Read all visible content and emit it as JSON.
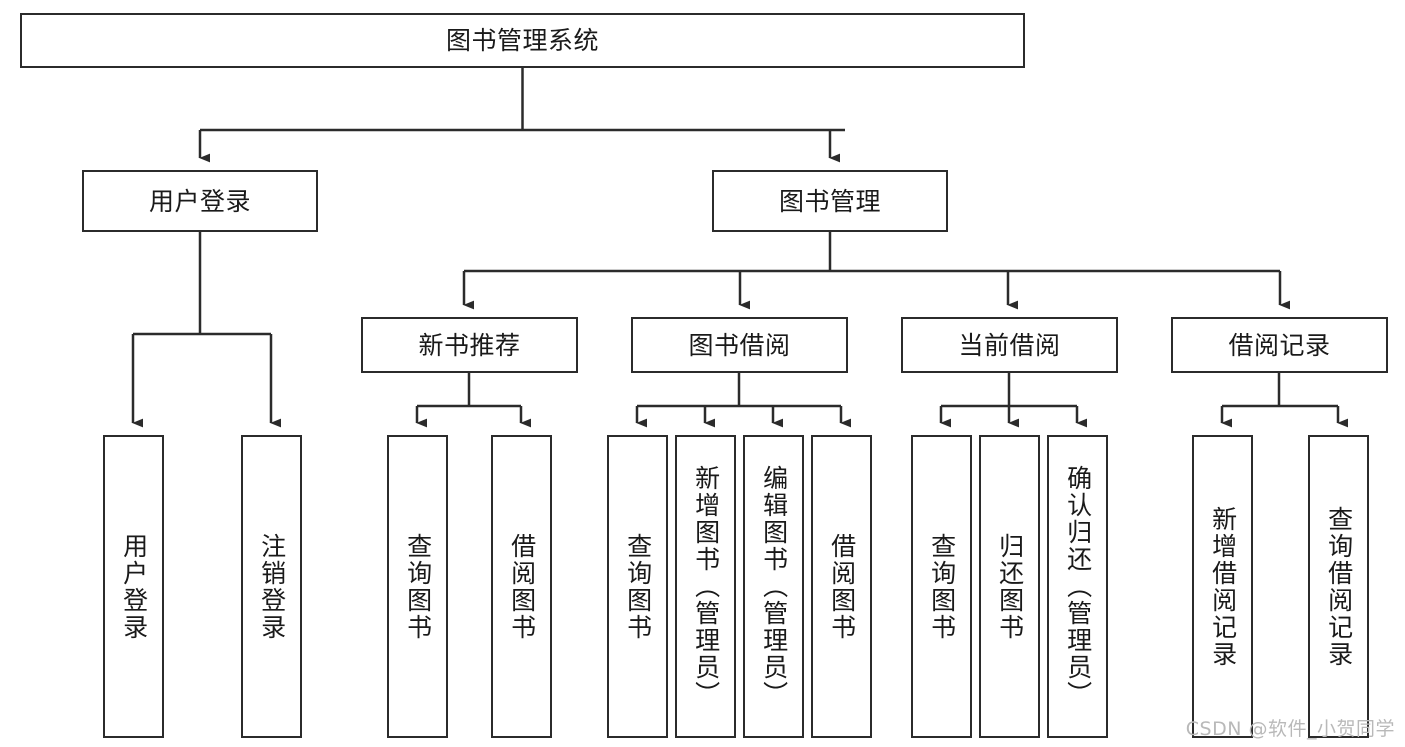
{
  "diagram": {
    "title": "图书管理系统",
    "watermark": "CSDN @软件_小贺同学",
    "colors": {
      "stroke": "#2b2b2b",
      "fill": "#ffffff",
      "text": "#1a1a1a",
      "watermark": "#b9b9b9"
    },
    "nodes": {
      "root": {
        "label": "图书管理系统"
      },
      "level2": [
        {
          "label": "用户登录"
        },
        {
          "label": "图书管理"
        }
      ],
      "level3": [
        {
          "label": "新书推荐"
        },
        {
          "label": "图书借阅"
        },
        {
          "label": "当前借阅"
        },
        {
          "label": "借阅记录"
        }
      ],
      "leaves": {
        "user_login": [
          {
            "label": "用户登录"
          },
          {
            "label": "注销登录"
          }
        ],
        "new_book_recommend": [
          {
            "label": "查询图书"
          },
          {
            "label": "借阅图书"
          }
        ],
        "book_borrow": [
          {
            "label": "查询图书"
          },
          {
            "label": "新增图书（管理员）"
          },
          {
            "label": "编辑图书（管理员）"
          },
          {
            "label": "借阅图书"
          }
        ],
        "current_borrow": [
          {
            "label": "查询图书"
          },
          {
            "label": "归还图书"
          },
          {
            "label": "确认归还（管理员）"
          }
        ],
        "borrow_record": [
          {
            "label": "新增借阅记录"
          },
          {
            "label": "查询借阅记录"
          }
        ]
      }
    }
  }
}
